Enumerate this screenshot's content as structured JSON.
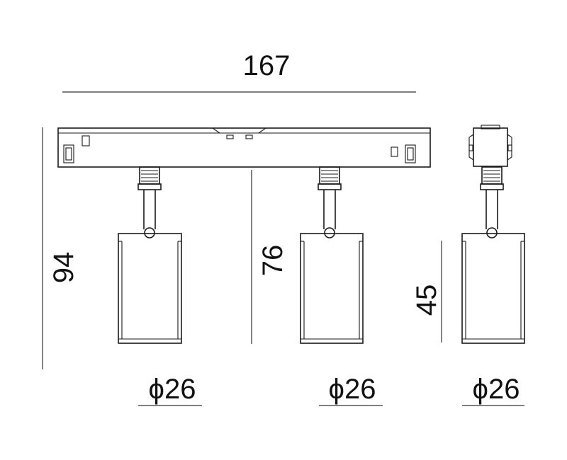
{
  "drawing": {
    "title_dimension": "167",
    "height_dimension": "94",
    "arm_dimension": "76",
    "head_dimension": "45",
    "diameters": [
      "ϕ26",
      "ϕ26",
      "ϕ26"
    ]
  }
}
